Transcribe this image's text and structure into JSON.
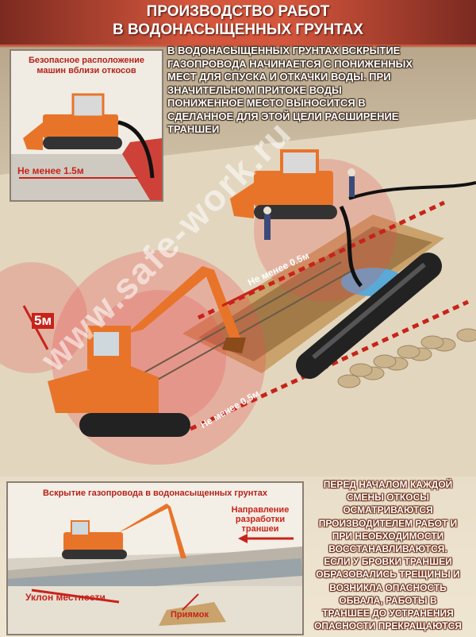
{
  "title": {
    "line1": "ПРОИЗВОДСТВО РАБОТ",
    "line2": "В ВОДОНАСЫЩЕННЫХ ГРУНТАХ"
  },
  "inset_top": {
    "caption_line1": "Безопасное расположение",
    "caption_line2": "машин вблизи откосов",
    "distance_label": "Не менее 1.5м"
  },
  "top_text": [
    "В ВОДОНАСЫЩЕННЫХ ГРУНТАХ ВСКРЫТИЕ",
    "ГАЗОПРОВОДА НАЧИНАЕТСЯ С ПОНИЖЕННЫХ",
    "МЕСТ ДЛЯ СПУСКА И ОТКАЧКИ ВОДЫ. ПРИ",
    "ЗНАЧИТЕЛЬНОМ ПРИТОКЕ ВОДЫ",
    "ПОНИЖЕННОЕ МЕСТО ВЫНОСИТСЯ В",
    "СДЕЛАННОЕ ДЛЯ ЭТОЙ ЦЕЛИ РАСШИРЕНИЕ",
    "ТРАНШЕИ"
  ],
  "scene": {
    "zone_label": "5м",
    "trench_label": "Не менее 0.5м",
    "side_label": "Не менее 0.5м"
  },
  "inset_bottom": {
    "caption": "Вскрытие газопровода в водонасыщенных грунтах",
    "direction_line1": "Направление",
    "direction_line2": "разработки траншеи",
    "slope_label": "Уклон местности",
    "pit_label": "Приямок"
  },
  "bottom_text": [
    "ПЕРЕД НАЧАЛОМ КАЖДОЙ",
    "СМЕНЫ ОТКОСЫ",
    "ОСМАТРИВАЮТСЯ",
    "ПРОИЗВОДИТЕЛЕМ РАБОТ И",
    "ПРИ НЕОБХОДИМОСТИ",
    "ВОССТАНАВЛИВАЮТСЯ.",
    "ЕСЛИ У БРОВКИ ТРАНШЕИ",
    "ОБРАЗОВАЛИСЬ ТРЕЩИНЫ И",
    "ВОЗНИКЛА ОПАСНОСТЬ",
    "ОБВАЛА, РАБОТЫ В",
    "ТРАНШЕЕ ДО УСТРАНЕНИЯ",
    "ОПАСНОСТИ ПРЕКРАЩАЮТСЯ"
  ],
  "watermark": "www.safe-work.ru",
  "colors": {
    "banner": "#d4563c",
    "machine": "#e8742a",
    "danger": "#c8231a",
    "pipe": "#2a2a2a"
  }
}
